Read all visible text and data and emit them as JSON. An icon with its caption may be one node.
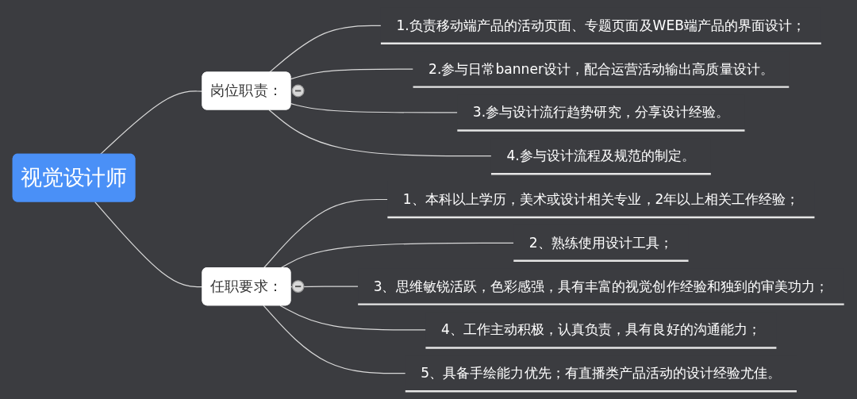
{
  "diagram": {
    "nodes": [
      {
        "text": [
          "视觉设计师"
        ]
      },
      {
        "text": [
          "岗位职责："
        ]
      },
      {
        "text": [
          "1.负责移动端产品的活动页面、专题页面及WEB端产品的界面设计；"
        ]
      },
      {
        "text": [
          "2.参与日常banner设计，配合运营活动输出高质量设计。"
        ]
      },
      {
        "text": [
          "3.参与设计流行趋势研究，分享设计经验。"
        ]
      },
      {
        "text": [
          "4.参与设计流程及规范的制定。"
        ]
      },
      {
        "text": [
          "任职要求："
        ]
      },
      {
        "text": [
          "1、本科以上学历，美术或设计相关专业，2年以上相关工作经验；"
        ]
      },
      {
        "text": [
          "2、熟练使用设计工具；"
        ]
      },
      {
        "text": [
          "3、思维敏锐活跃，色彩感强，具有丰富的视觉创作经验和独到的审美功力；"
        ]
      },
      {
        "text": [
          "4、工作主动积极，认真负责，具有良好的沟通能力；"
        ]
      },
      {
        "text": [
          "5、具备手绘能力优先；有直播类产品活动的设计经验尤佳。"
        ]
      }
    ],
    "edges": [
      {
        "from": 0,
        "to": 1,
        "arrow": "none"
      },
      {
        "from": 1,
        "to": 2,
        "arrow": "none"
      },
      {
        "from": 1,
        "to": 3,
        "arrow": "none"
      },
      {
        "from": 1,
        "to": 4,
        "arrow": "none"
      },
      {
        "from": 1,
        "to": 5,
        "arrow": "none"
      },
      {
        "from": 0,
        "to": 6,
        "arrow": "none"
      },
      {
        "from": 6,
        "to": 7,
        "arrow": "none"
      },
      {
        "from": 6,
        "to": 8,
        "arrow": "none"
      },
      {
        "from": 6,
        "to": 9,
        "arrow": "none"
      },
      {
        "from": 6,
        "to": 10,
        "arrow": "none"
      },
      {
        "from": 6,
        "to": 11,
        "arrow": "none"
      }
    ]
  }
}
